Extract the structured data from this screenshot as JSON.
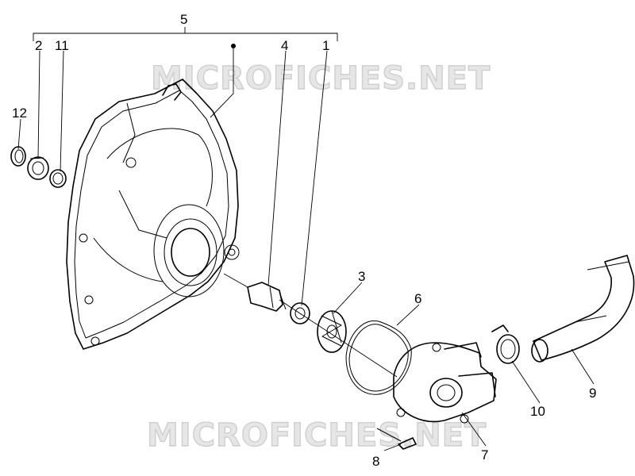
{
  "watermark": "MICROFICHES.NET",
  "callouts": [
    "1",
    "2",
    "3",
    "4",
    "5",
    "6",
    "7",
    "8",
    "9",
    "10",
    "11",
    "12"
  ]
}
